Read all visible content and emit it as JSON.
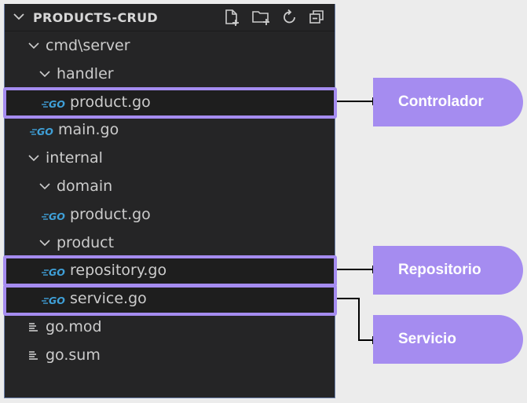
{
  "explorer": {
    "title": "PRODUCTS-CRUD",
    "actions": [
      "new-file-icon",
      "new-folder-icon",
      "refresh-icon",
      "collapse-all-icon"
    ]
  },
  "tree": [
    {
      "label": "cmd\\server",
      "kind": "folder",
      "depth": 1
    },
    {
      "label": "handler",
      "kind": "folder",
      "depth": 2
    },
    {
      "label": "product.go",
      "kind": "go",
      "depth": 3
    },
    {
      "label": "main.go",
      "kind": "go",
      "depth": 2
    },
    {
      "label": "internal",
      "kind": "folder",
      "depth": 1
    },
    {
      "label": "domain",
      "kind": "folder",
      "depth": 2
    },
    {
      "label": "product.go",
      "kind": "go",
      "depth": 3
    },
    {
      "label": "product",
      "kind": "folder",
      "depth": 2
    },
    {
      "label": "repository.go",
      "kind": "go",
      "depth": 3
    },
    {
      "label": "service.go",
      "kind": "go",
      "depth": 3
    },
    {
      "label": "go.mod",
      "kind": "mod",
      "depth": 1
    },
    {
      "label": "go.sum",
      "kind": "mod",
      "depth": 1
    }
  ],
  "go_badge": "GO",
  "callouts": {
    "controlador": "Controlador",
    "repositorio": "Repositorio",
    "servicio": "Servicio"
  },
  "colors": {
    "accent": "#a58cf0",
    "go": "#3fa0d8",
    "panel": "#252526",
    "text": "#cccccc"
  }
}
